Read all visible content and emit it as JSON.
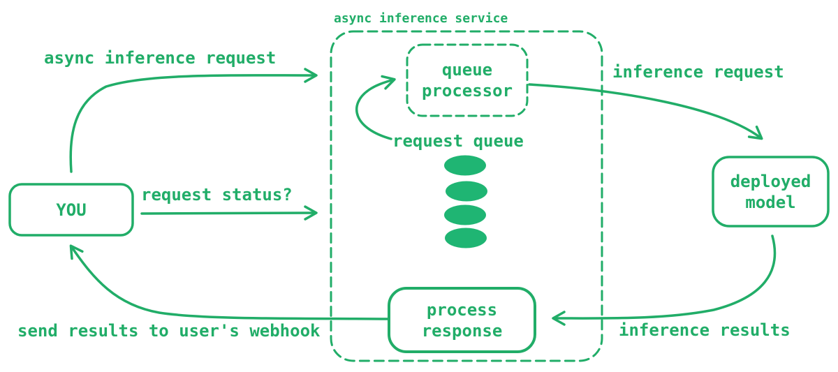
{
  "title": "async inference service",
  "colors": {
    "green": "#21ad68",
    "green_fill": "#1fb573",
    "background": "#ffffff"
  },
  "nodes": {
    "you": {
      "label": "YOU"
    },
    "queue_processor": {
      "line1": "queue",
      "line2": "processor"
    },
    "deployed_model": {
      "line1": "deployed",
      "line2": "model"
    },
    "process_response": {
      "line1": "process",
      "line2": "response"
    }
  },
  "edges": {
    "async_inference_request": "async inference request",
    "request_status": "request status?",
    "inference_request": "inference request",
    "request_queue": "request queue",
    "inference_results": "inference results",
    "send_results_webhook": "send results to user's webhook"
  },
  "queue": {
    "item_count": 4
  }
}
